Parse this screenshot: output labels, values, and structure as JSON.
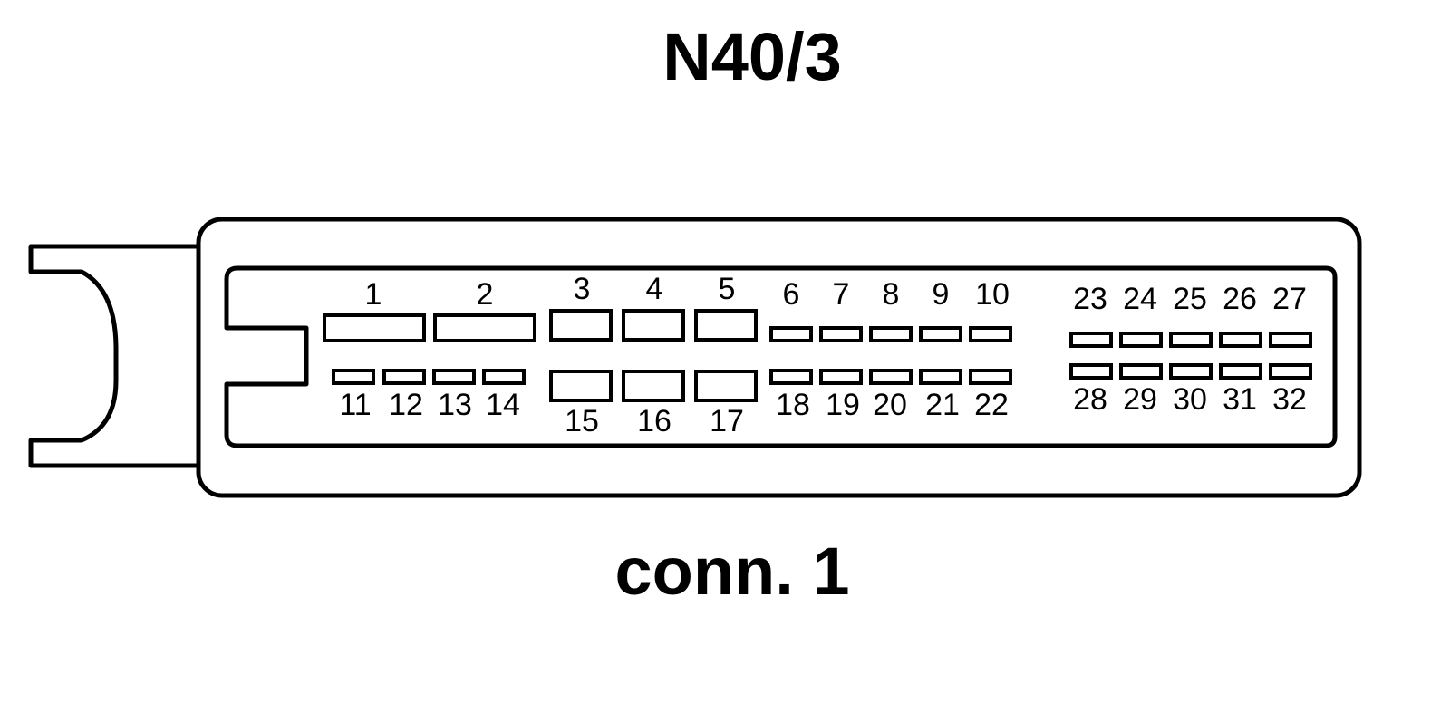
{
  "title": "N40/3",
  "caption": "conn. 1",
  "pins": [
    {
      "label": "1"
    },
    {
      "label": "2"
    },
    {
      "label": "3"
    },
    {
      "label": "4"
    },
    {
      "label": "5"
    },
    {
      "label": "6"
    },
    {
      "label": "7"
    },
    {
      "label": "8"
    },
    {
      "label": "9"
    },
    {
      "label": "10"
    },
    {
      "label": "11"
    },
    {
      "label": "12"
    },
    {
      "label": "13"
    },
    {
      "label": "14"
    },
    {
      "label": "15"
    },
    {
      "label": "16"
    },
    {
      "label": "17"
    },
    {
      "label": "18"
    },
    {
      "label": "19"
    },
    {
      "label": "20"
    },
    {
      "label": "21"
    },
    {
      "label": "22"
    },
    {
      "label": "23"
    },
    {
      "label": "24"
    },
    {
      "label": "25"
    },
    {
      "label": "26"
    },
    {
      "label": "27"
    },
    {
      "label": "28"
    },
    {
      "label": "29"
    },
    {
      "label": "30"
    },
    {
      "label": "31"
    },
    {
      "label": "32"
    }
  ]
}
